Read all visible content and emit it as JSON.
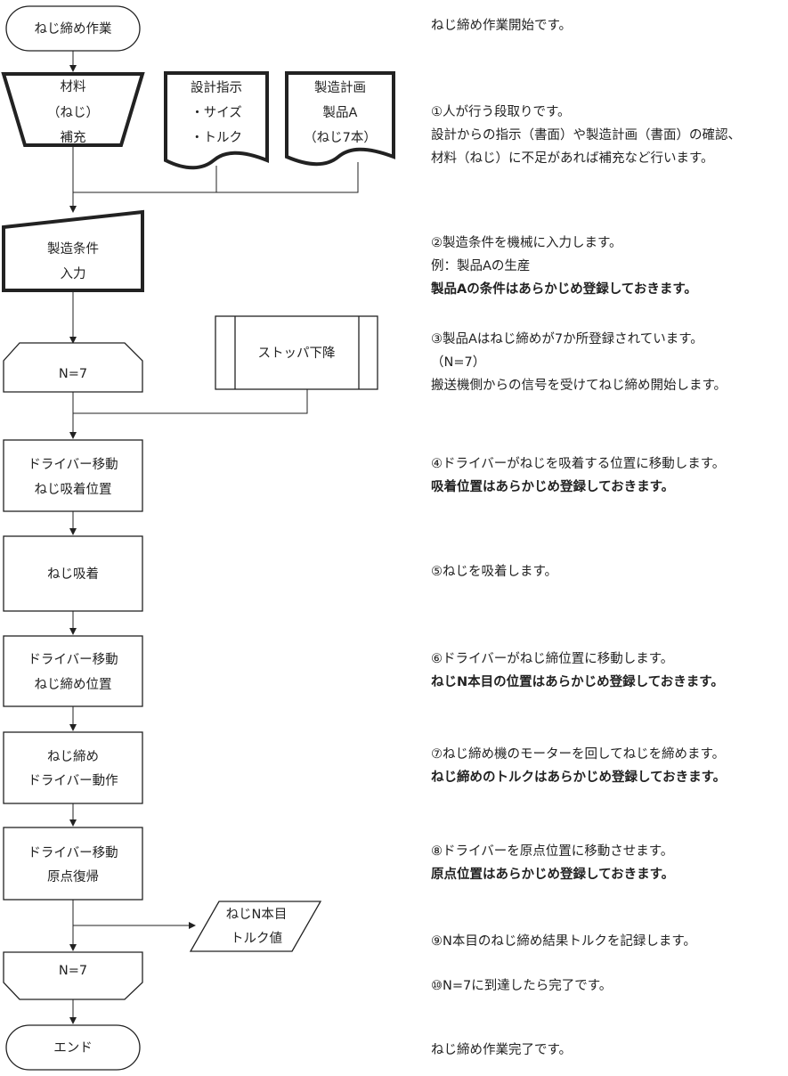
{
  "flow": {
    "start": "ねじ締め作業",
    "material": [
      "材料",
      "（ねじ）",
      "補充"
    ],
    "design_doc": [
      "設計指示",
      "・サイズ",
      "・トルク"
    ],
    "plan_doc": [
      "製造計画",
      "製品A",
      "（ねじ7本）"
    ],
    "input": [
      "製造条件",
      "入力"
    ],
    "loop_start": "N=7",
    "stopper": "ストッパ下降",
    "move_pick": [
      "ドライバー移動",
      "ねじ吸着位置"
    ],
    "pick": "ねじ吸着",
    "move_fasten": [
      "ドライバー移動",
      "ねじ締め位置"
    ],
    "fasten": [
      "ねじ締め",
      "ドライバー動作"
    ],
    "move_home": [
      "ドライバー移動",
      "原点復帰"
    ],
    "output": [
      "ねじN本目",
      "トルク値"
    ],
    "loop_end": "N=7",
    "end": "エンド"
  },
  "notes": {
    "n0": [
      "ねじ締め作業開始です。"
    ],
    "n1": [
      "①人が行う段取りです。",
      "設計からの指示（書面）や製造計画（書面）の確認、",
      "材料（ねじ）に不足があれば補充など行います。"
    ],
    "n2": [
      "②製造条件を機械に入力します。",
      "例：製品Aの生産"
    ],
    "n2b": "製品Aの条件はあらかじめ登録しておきます。",
    "n3": [
      "③製品Aはねじ締めが7か所登録されています。",
      "（N=7）",
      "搬送機側からの信号を受けてねじ締め開始します。"
    ],
    "n4": "④ドライバーがねじを吸着する位置に移動します。",
    "n4b": "吸着位置はあらかじめ登録しておきます。",
    "n5": "⑤ねじを吸着します。",
    "n6": "⑥ドライバーがねじ締位置に移動します。",
    "n6b": "ねじN本目の位置はあらかじめ登録しておきます。",
    "n7": "⑦ねじ締め機のモーターを回してねじを締めます。",
    "n7b": "ねじ締めのトルクはあらかじめ登録しておきます。",
    "n8": "⑧ドライバーを原点位置に移動させます。",
    "n8b": "原点位置はあらかじめ登録しておきます。",
    "n9": "⑨N本目のねじ締め結果トルクを記録します。",
    "n10": "⑩N=7に到達したら完了です。",
    "n11": "ねじ締め作業完了です。"
  }
}
